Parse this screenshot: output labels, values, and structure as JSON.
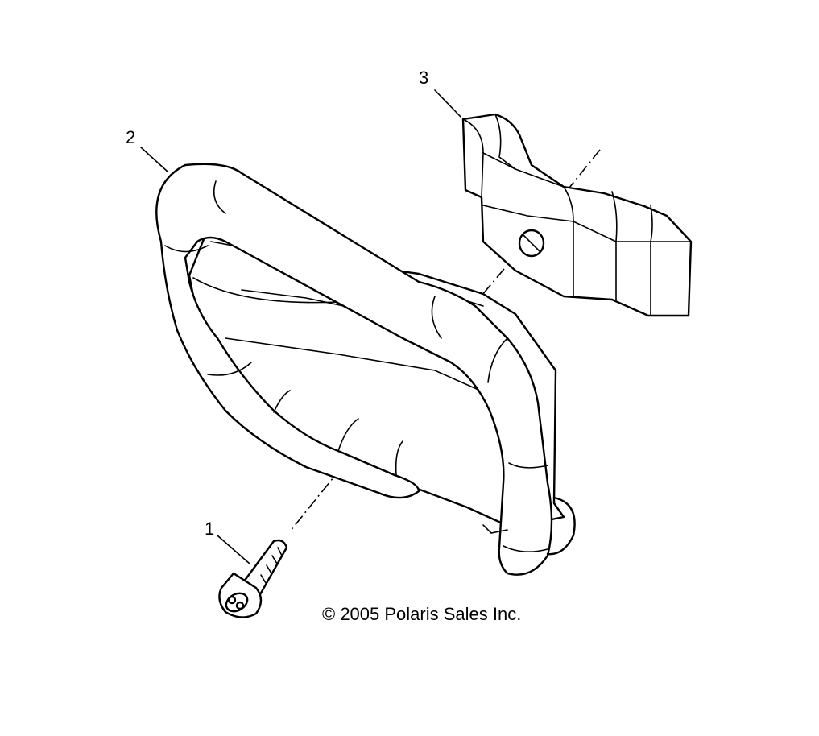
{
  "callouts": [
    {
      "label": "1"
    },
    {
      "label": "2"
    },
    {
      "label": "3"
    }
  ],
  "copyright": "© 2005 Polaris Sales Inc.",
  "parts": [
    {
      "callout": "1",
      "icon": "bolt-icon"
    },
    {
      "callout": "2",
      "icon": "bumper-bar-icon"
    },
    {
      "callout": "3",
      "icon": "mounting-bracket-icon"
    }
  ]
}
